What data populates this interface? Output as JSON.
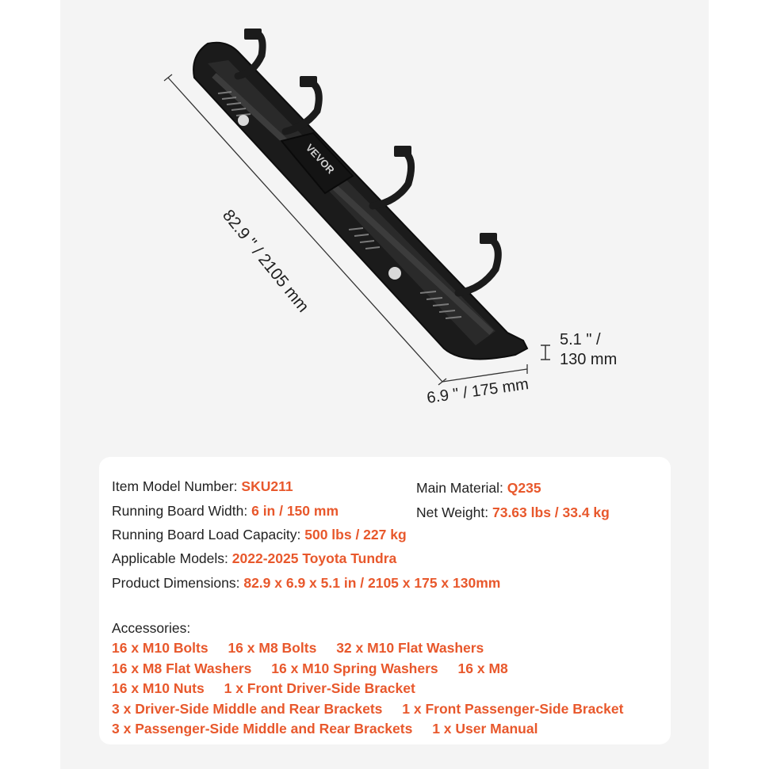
{
  "dimensions": {
    "length": "82.9 \" / 2105 mm",
    "height_line1": "5.1 \" /",
    "height_line2": "130 mm",
    "width": "6.9 \" / 175 mm"
  },
  "brand_plate": "VEVOR",
  "specs": {
    "model_label": "Item Model Number:",
    "model_value": "SKU211",
    "material_label": "Main Material:",
    "material_value": "Q235",
    "width_label": "Running Board Width:",
    "width_value": "6 in / 150 mm",
    "weight_label": "Net Weight:",
    "weight_value": "73.63 lbs / 33.4 kg",
    "capacity_label": "Running Board Load Capacity:",
    "capacity_value": "500 lbs / 227 kg",
    "models_label": "Applicable Models:",
    "models_value": "2022-2025 Toyota Tundra",
    "dims_label": "Product Dimensions:",
    "dims_value": "82.9 x 6.9 x 5.1 in /  2105 x 175 x 130mm"
  },
  "accessories": {
    "title": "Accessories:",
    "lines": [
      [
        "16 x M10 Bolts",
        "16 x M8 Bolts",
        "32 x M10 Flat Washers"
      ],
      [
        "16 x M8 Flat Washers",
        "16 x M10 Spring Washers",
        "16 x M8"
      ],
      [
        "16 x M10 Nuts",
        "1 x Front Driver-Side Bracket"
      ],
      [
        "3 x Driver-Side Middle and Rear Brackets",
        "1 x Front Passenger-Side Bracket"
      ],
      [
        "3 x Passenger-Side Middle and Rear Brackets",
        "1 x User Manual"
      ]
    ]
  }
}
